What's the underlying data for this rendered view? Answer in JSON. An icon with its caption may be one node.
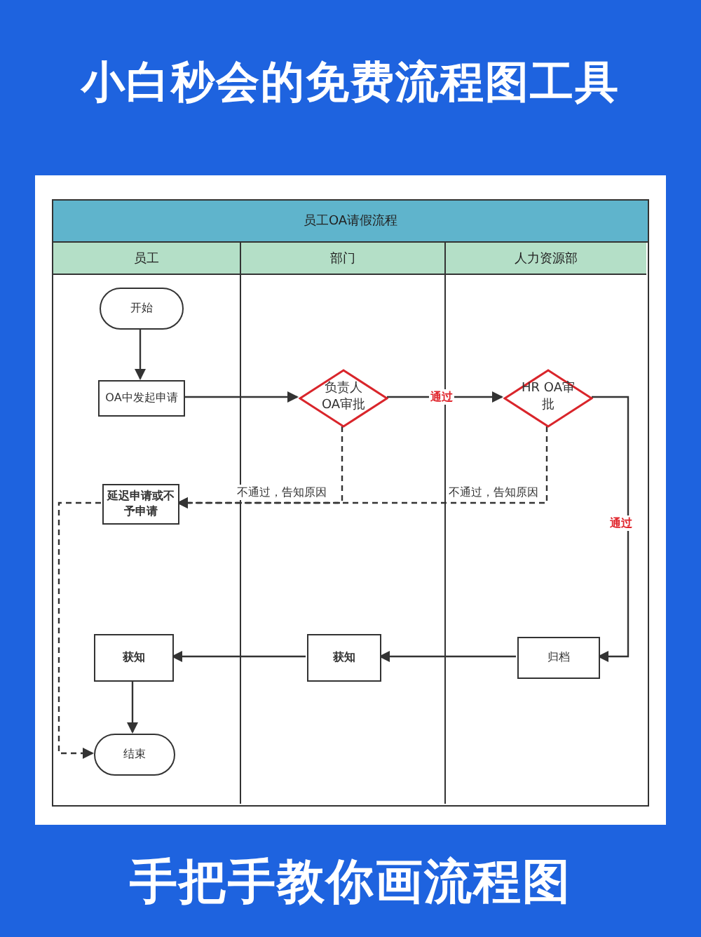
{
  "diagram": {
    "title": "小白秒会的免费流程图工具",
    "caption": "手把手教你画流程图",
    "nodes": [
      {
        "text": [
          "员工OA请假流程"
        ]
      },
      {
        "text": [
          "员工"
        ],
        "in": 0
      },
      {
        "text": [
          "部门"
        ],
        "in": 0
      },
      {
        "text": [
          "人力资源部"
        ],
        "in": 0
      },
      {
        "text": [
          "开始"
        ],
        "in": 1
      },
      {
        "text": [
          "OA中发起申请"
        ],
        "in": 1
      },
      {
        "text": [
          "负责人 OA审批"
        ],
        "in": 2
      },
      {
        "text": [
          "HR OA审批"
        ],
        "in": 3
      },
      {
        "text": [
          "延迟申请或不予申请"
        ],
        "in": 1
      },
      {
        "text": [
          "获知"
        ],
        "in": 1
      },
      {
        "text": [
          "获知"
        ],
        "in": 2
      },
      {
        "text": [
          "归档"
        ],
        "in": 3
      },
      {
        "text": [
          "结束"
        ],
        "in": 1
      }
    ],
    "edges": [
      {
        "from": 4,
        "to": 5,
        "arrow": "to"
      },
      {
        "from": 5,
        "to": 6,
        "arrow": "to"
      },
      {
        "from": 6,
        "to": 7,
        "arrow": "to",
        "label": "通过"
      },
      {
        "from": 7,
        "to": 11,
        "arrow": "to",
        "label": "通过"
      },
      {
        "from": 6,
        "to": 8,
        "arrow": "to",
        "style": "dashed",
        "label": "不通过，告知原因"
      },
      {
        "from": 7,
        "to": 8,
        "arrow": "to",
        "style": "dashed",
        "label": "不通过，告知原因"
      },
      {
        "from": 11,
        "to": 10,
        "arrow": "to"
      },
      {
        "from": 10,
        "to": 9,
        "arrow": "to"
      },
      {
        "from": 9,
        "to": 12,
        "arrow": "to"
      },
      {
        "from": 8,
        "to": 12,
        "arrow": "to",
        "style": "dashed"
      }
    ]
  }
}
